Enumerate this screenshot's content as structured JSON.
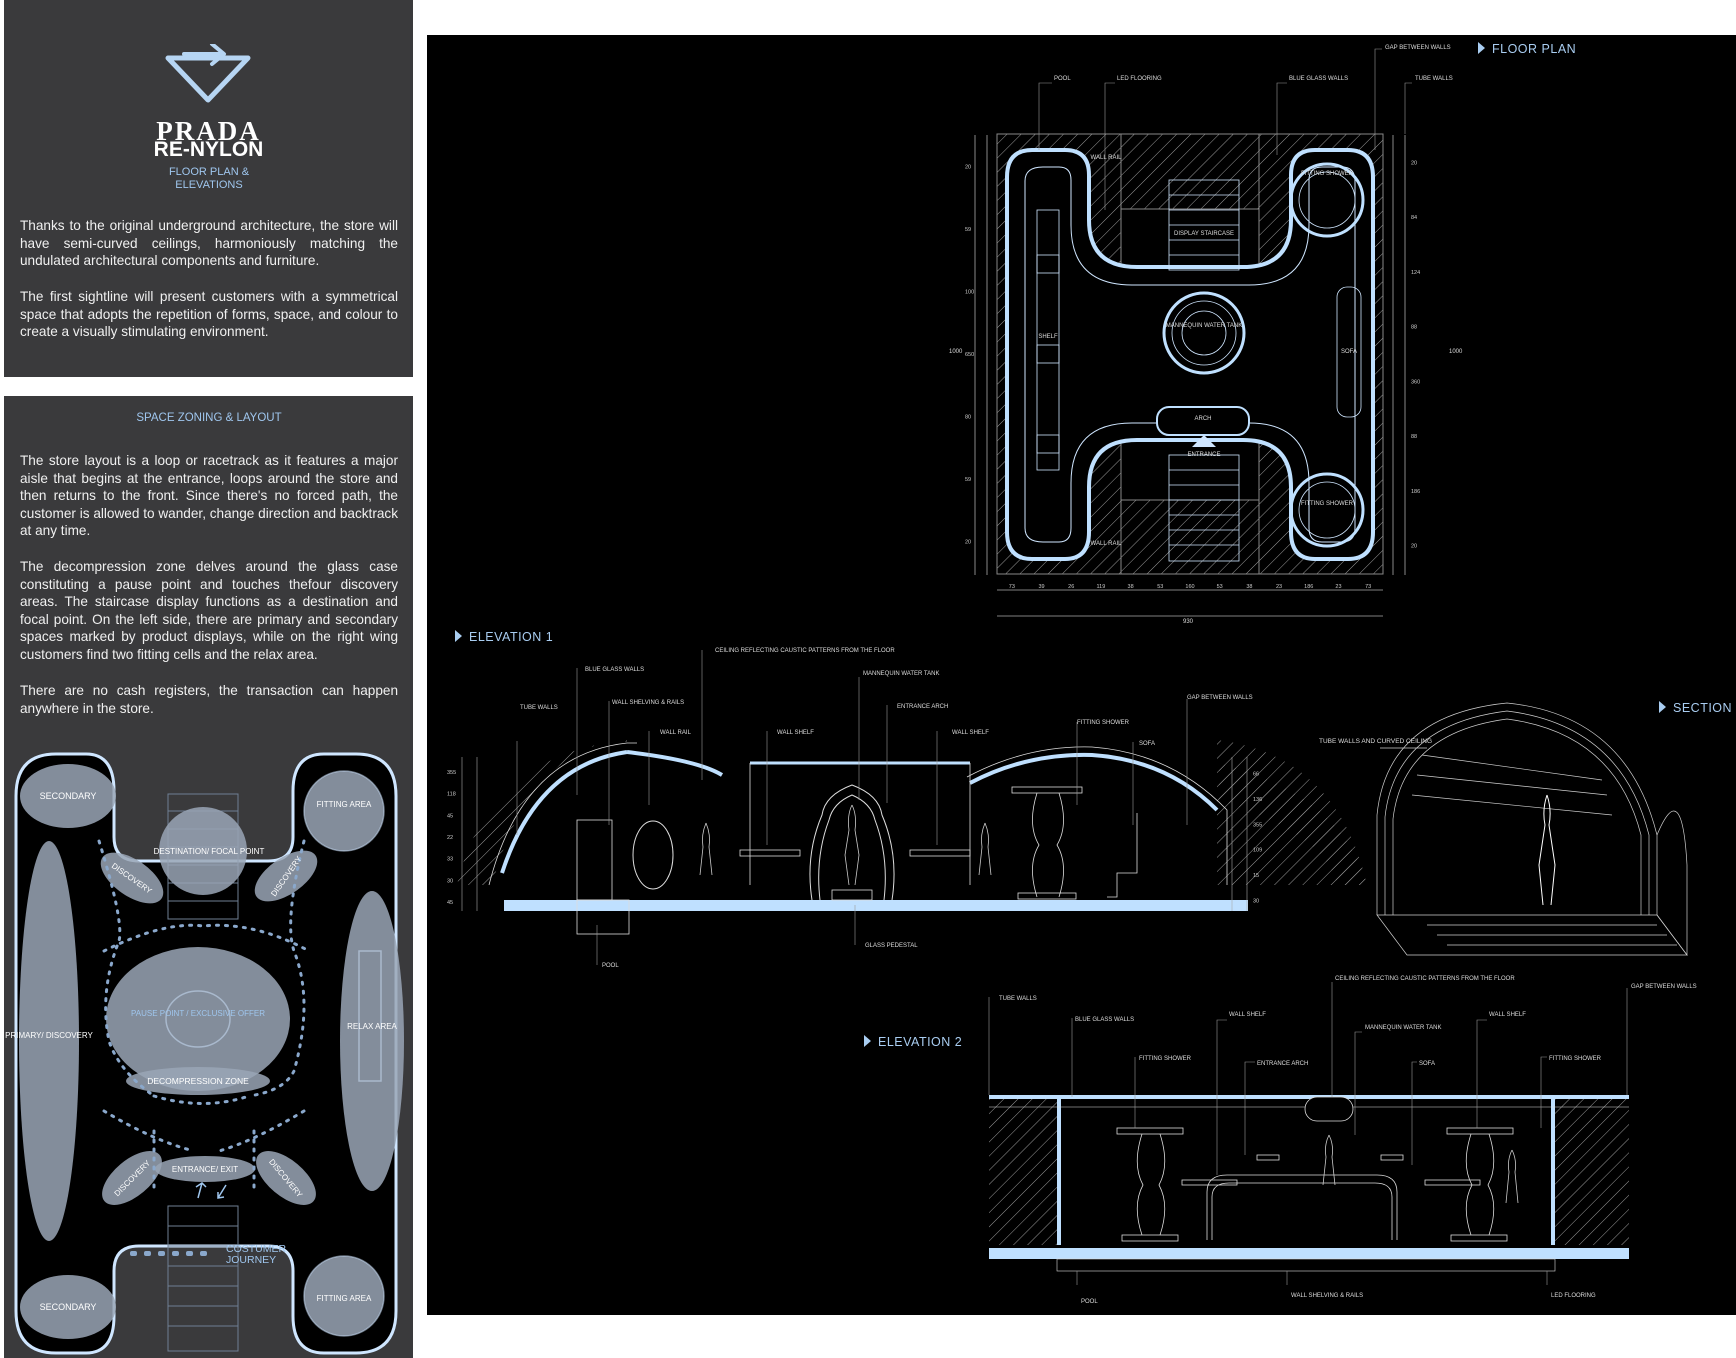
{
  "brand": {
    "name": "PRADA",
    "product": "RE-NYLON",
    "subtitle": "FLOOR PLAN & ELEVATIONS",
    "logo_icon": "prada-triangle-logo-icon"
  },
  "intro": {
    "p1": "Thanks to the original underground architecture, the store will have semi-curved ceilings, harmoniously matching the undulated architectural components and furniture.",
    "p2": "The first sightline will present customers with a symmetrical space that adopts the repetition of forms, space, and colour to create a visually stimulating environment."
  },
  "zoning": {
    "title": "SPACE ZONING & LAYOUT",
    "p1": "The store layout is a loop or racetrack as it features a major aisle that begins at the entrance, loops around the store and then returns to the front. Since there's no forced path, the customer is allowed to wander, change direction and backtrack at any time.",
    "p2": "The decompression zone delves around the glass case constituting a pause point and touches thefour discovery areas. The staircase display functions as a destination and focal point. On the left side, there are primary and secondary spaces marked by product displays, while on the right wing customers find two fitting cells and the relax area.",
    "p3": "There are no cash registers, the transaction can happen anywhere in the store.",
    "map_labels": {
      "secondary_top": "SECONDARY",
      "secondary_bottom": "SECONDARY",
      "fitting_top": "FITTING AREA",
      "fitting_bottom": "FITTING AREA",
      "destination": "DESTINATION/ FOCAL POINT",
      "discovery": "DISCOVERY",
      "primary": "PRIMARY/ DISCOVERY",
      "relax": "RELAX AREA",
      "pause": "PAUSE POINT / EXCLUSIVE OFFER",
      "decompression": "DECOMPRESSION ZONE",
      "entrance_exit": "ENTRANCE/ EXIT"
    },
    "legend": "COSTUMER JOURNEY"
  },
  "sections": {
    "floor_plan": "FLOOR PLAN",
    "elevation1": "ELEVATION 1",
    "elevation2": "ELEVATION 2",
    "section": "SECTION"
  },
  "floor_plan": {
    "callouts": {
      "pool": "POOL",
      "led": "LED FLOORING",
      "blue_glass": "BLUE GLASS WALLS",
      "gap": "GAP BETWEEN WALLS",
      "tube": "TUBE WALLS"
    },
    "labels": {
      "wall_rail": "WALL RAIL",
      "display_staircase": "DISPLAY STAIRCASE",
      "fitting_shower": "FITTING SHOWER",
      "mannequin": "MANNEQUIN WATER TANK",
      "shelf": "SHELF",
      "sofa": "SOFA",
      "arch": "ARCH",
      "entrance": "ENTRANCE"
    },
    "dims_left": [
      "20",
      "59",
      "100",
      "650",
      "80",
      "59",
      "20"
    ],
    "dims_right": [
      "20",
      "84",
      "124",
      "88",
      "360",
      "88",
      "186",
      "20"
    ],
    "total_height": "1000",
    "dims_bottom": [
      "73",
      "39",
      "26",
      "119",
      "38",
      "53",
      "160",
      "53",
      "38",
      "23",
      "186",
      "23",
      "73"
    ],
    "total_width": "930"
  },
  "elevation1": {
    "callouts": {
      "tube": "TUBE WALLS",
      "blue_glass": "BLUE GLASS WALLS",
      "shelving": "WALL SHELVING & RAILS",
      "rail": "WALL RAIL",
      "ceiling": "CEILING REFLECTING CAUSTIC PATTERNS FROM THE FLOOR",
      "shelf_l": "WALL SHELF",
      "mannequin": "MANNEQUIN WATER TANK",
      "arch": "ENTRANCE ARCH",
      "shelf_r": "WALL SHELF",
      "shower": "FITTING SHOWER",
      "sofa": "SOFA",
      "gap": "GAP BETWEEN WALLS",
      "pedestal": "GLASS PEDESTAL",
      "pool": "POOL"
    },
    "dims_left": [
      "355",
      "118",
      "45",
      "22",
      "33",
      "30",
      "45"
    ],
    "dims_right": [
      "66",
      "136",
      "355",
      "109",
      "15",
      "30"
    ]
  },
  "section_view": {
    "callout": "TUBE WALLS AND CURVED CEILING"
  },
  "elevation2": {
    "callouts": {
      "tube": "TUBE WALLS",
      "blue_glass": "BLUE GLASS WALLS",
      "shower_l": "FITTING SHOWER",
      "shelf_l": "WALL SHELF",
      "arch": "ENTRANCE ARCH",
      "ceiling": "CEILING REFLECTING CAUSTIC PATTERNS FROM THE FLOOR",
      "mannequin": "MANNEQUIN WATER TANK",
      "sofa": "SOFA",
      "shelf_r": "WALL SHELF",
      "shower_r": "FITTING SHOWER",
      "gap": "GAP BETWEEN WALLS",
      "pool": "POOL",
      "shelving": "WALL SHELVING & RAILS",
      "led": "LED FLOORING"
    }
  },
  "colors": {
    "panel": "#3a3a3c",
    "board": "#000000",
    "accent": "#a9cdf1",
    "glow": "#bfe0ff",
    "zone": "#9aa6b6"
  }
}
